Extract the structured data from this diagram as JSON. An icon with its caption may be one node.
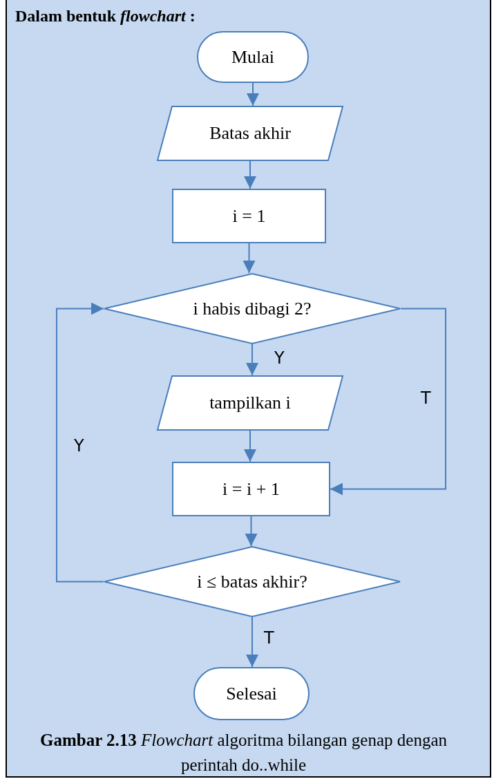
{
  "diagram": {
    "title": "Dalam bentuk *flowchart* :",
    "caption": "**Gambar 2.13** *Flowchart* algoritma bilangan genap dengan perintah do..while",
    "nodes": [
      {
        "text": [
          "Mulai"
        ]
      },
      {
        "text": [
          "Batas akhir"
        ]
      },
      {
        "text": [
          "i = 1"
        ]
      },
      {
        "text": [
          "i habis dibagi 2?"
        ]
      },
      {
        "text": [
          "tampilkan i"
        ]
      },
      {
        "text": [
          "i = i + 1"
        ]
      },
      {
        "text": [
          "i ≤ batas akhir?"
        ]
      },
      {
        "text": [
          "Selesai"
        ]
      }
    ],
    "edges": [
      {
        "from": 0,
        "to": 1,
        "arrow": "to"
      },
      {
        "from": 1,
        "to": 2,
        "arrow": "to"
      },
      {
        "from": 2,
        "to": 3,
        "arrow": "to"
      },
      {
        "from": 3,
        "to": 4,
        "arrow": "to",
        "label": "Y"
      },
      {
        "from": 4,
        "to": 5,
        "arrow": "to"
      },
      {
        "from": 3,
        "to": 5,
        "arrow": "to",
        "label": "T"
      },
      {
        "from": 5,
        "to": 6,
        "arrow": "to"
      },
      {
        "from": 6,
        "to": 3,
        "arrow": "to",
        "label": "Y"
      },
      {
        "from": 6,
        "to": 7,
        "arrow": "to",
        "label": "T"
      }
    ]
  }
}
